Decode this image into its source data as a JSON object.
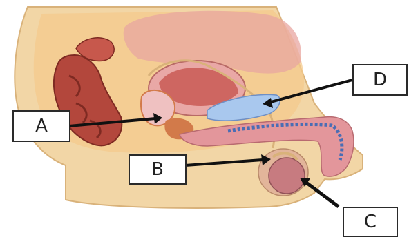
{
  "labels": {
    "a": "A",
    "b": "B",
    "c": "C",
    "d": "D"
  },
  "colors": {
    "skin": "#f2d6a6",
    "skin_outline": "#d9b27a",
    "fat_layer": "#f4c98c",
    "tissue_pink": "#e8a6a0",
    "rectum": "#b3473c",
    "rectum_dark": "#7e2a22",
    "bladder": "#e9a8a6",
    "bladder_inner": "#c95a55",
    "prostate": "#efc1c1",
    "seminal_vesicle": "#d27a4a",
    "testis": "#c77b80",
    "penis": "#e3969b",
    "urethra_blue": "#4a6db4",
    "vessel_blue": "#a9c8ee",
    "arrow": "#111111"
  }
}
